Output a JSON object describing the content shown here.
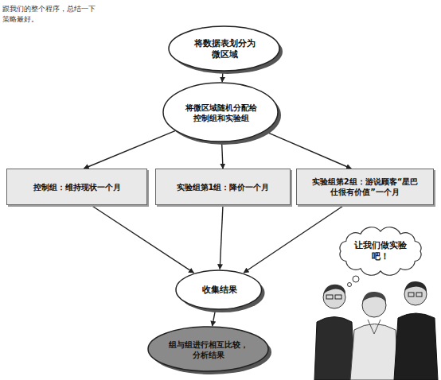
{
  "diagram": {
    "nodes": [
      {
        "text": [
          "将数据表划分为微区域"
        ]
      },
      {
        "text": [
          "将微区域随机分配给控制组和实验组"
        ]
      },
      {
        "text": [
          "控制组：维持现状一个月"
        ]
      },
      {
        "text": [
          "实验组第1组：降价一个月"
        ]
      },
      {
        "text": [
          "实验组第2组：游说顾客“星巴仕很有价值”一个月"
        ]
      },
      {
        "text": [
          "收集结果"
        ]
      },
      {
        "text": [
          "组与组进行相互比较，分析结果"
        ]
      },
      {
        "text": [
          "让我们做实验吧！"
        ]
      }
    ],
    "edges": [
      {
        "from": 0,
        "to": 1,
        "arrow": "to"
      },
      {
        "from": 1,
        "to": 2,
        "arrow": "to"
      },
      {
        "from": 1,
        "to": 3,
        "arrow": "to"
      },
      {
        "from": 1,
        "to": 4,
        "arrow": "to"
      },
      {
        "from": 2,
        "to": 5,
        "arrow": "to"
      },
      {
        "from": 3,
        "to": 5,
        "arrow": "to"
      },
      {
        "from": 4,
        "to": 5,
        "arrow": "to"
      },
      {
        "from": 5,
        "to": 6,
        "arrow": "to"
      }
    ],
    "labels": [
      "跟我们的整个程序，总结一下",
      "策略最好。"
    ]
  }
}
